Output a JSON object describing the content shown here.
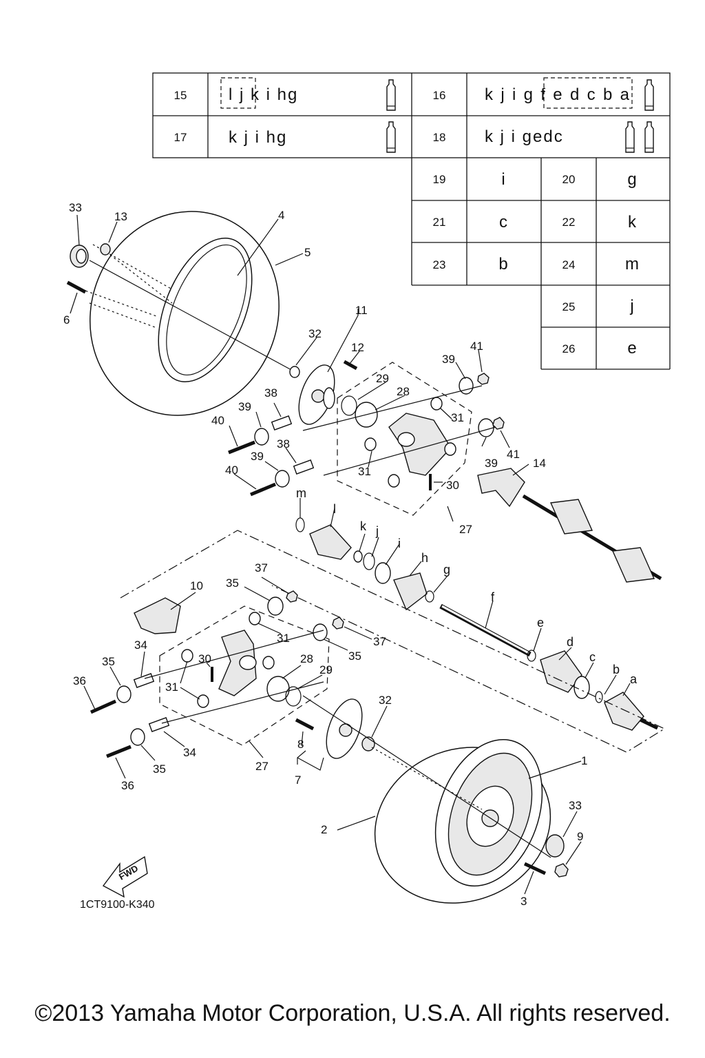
{
  "diagram_code": "1CT9100-K340",
  "fwd_label": "FWD",
  "copyright": "©2013 Yamaha Motor Corporation, U.S.A. All rights reserved.",
  "lubrication_table": {
    "rows": [
      {
        "left_num": "15",
        "left_letters": "l j k i hg",
        "right_num": "16",
        "right_letters": "k j i g f e d c b a"
      },
      {
        "left_num": "17",
        "left_letters": "k j i hg",
        "right_num": "18",
        "right_letters": "k j i gedc"
      }
    ],
    "pairs": [
      {
        "num_a": "19",
        "val_a": "i",
        "num_b": "20",
        "val_b": "g"
      },
      {
        "num_a": "21",
        "val_a": "c",
        "num_b": "22",
        "val_b": "k"
      },
      {
        "num_a": "23",
        "val_a": "b",
        "num_b": "24",
        "val_b": "m"
      },
      {
        "num_b": "25",
        "val_b": "j"
      },
      {
        "num_b": "26",
        "val_b": "e"
      }
    ]
  },
  "callouts": [
    "1",
    "2",
    "3",
    "4",
    "5",
    "6",
    "7",
    "8",
    "9",
    "10",
    "11",
    "12",
    "13",
    "14",
    "27",
    "28",
    "29",
    "30",
    "31",
    "32",
    "33",
    "34",
    "35",
    "36",
    "37",
    "38",
    "39",
    "40",
    "41"
  ],
  "letters": [
    "a",
    "b",
    "c",
    "d",
    "e",
    "f",
    "g",
    "h",
    "i",
    "j",
    "k",
    "l",
    "m"
  ],
  "icons": [
    "grease-tube-icon",
    "fwd-arrow-icon"
  ]
}
